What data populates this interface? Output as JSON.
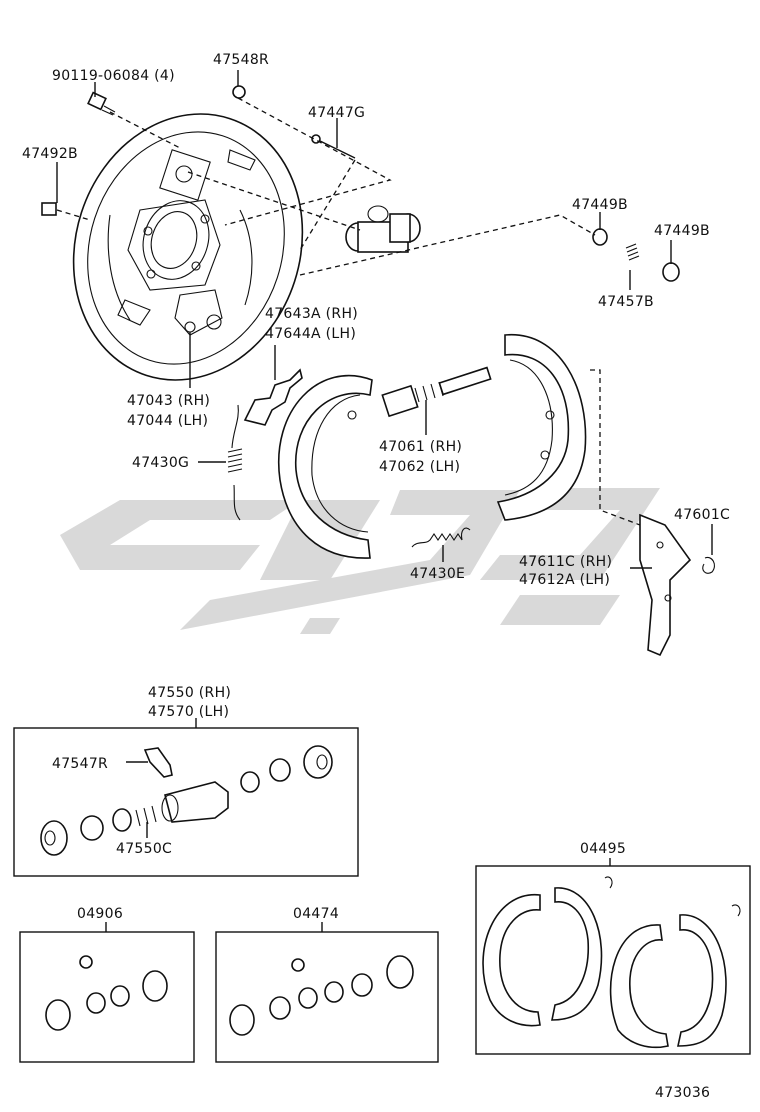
{
  "labels": {
    "bolt": "90119-06084 (4)",
    "bleeder_cap_top": "47548R",
    "pin": "47447G",
    "nut": "47492B",
    "boot_a": "47449B",
    "boot_b": "47449B",
    "spring_small": "47457B",
    "plate_rh": "47043 (RH)",
    "plate_lh": "47044 (LH)",
    "strut_rh": "47643A (RH)",
    "strut_lh": "47644A (LH)",
    "return_spring": "47430G",
    "adjuster_rh": "47061 (RH)",
    "adjuster_lh": "47062 (LH)",
    "adjuster_spring": "47430E",
    "clip": "47601C",
    "lever_rh": "47611C (RH)",
    "lever_lh": "47612A (LH)",
    "cyl_rh": "47550 (RH)",
    "cyl_lh": "47570 (LH)",
    "bleeder_plug": "47547R",
    "cyl_spring": "47550C",
    "kit_a": "04906",
    "kit_b": "04474",
    "kit_shoes": "04495",
    "page_number": "473036"
  },
  "watermark_colors": {
    "fill": "#d9d9d9"
  }
}
